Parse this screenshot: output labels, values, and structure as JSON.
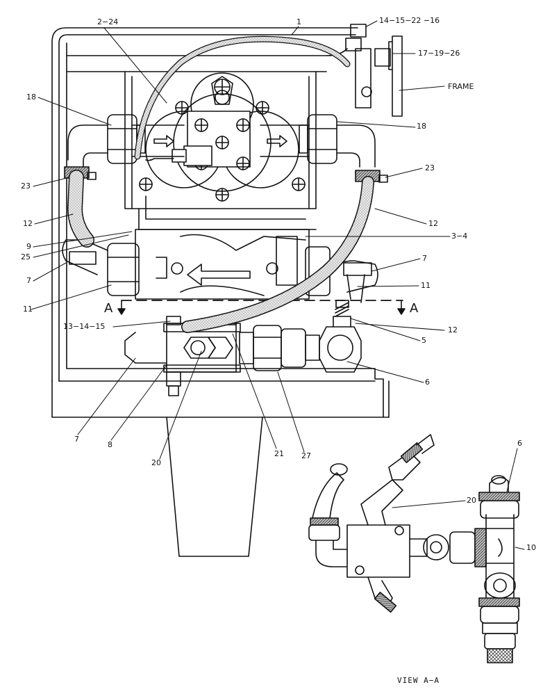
{
  "callouts": {
    "c_2_24": "2−24",
    "c_1": "1",
    "c_14_15_22_16": "14−15−22 −16",
    "c_17_19_26": "17−19−26",
    "c_frame": "FRAME",
    "c_18_left": "18",
    "c_18_right": "18",
    "c_23_left": "23",
    "c_23_right": "23",
    "c_12_left": "12",
    "c_12_right": "12",
    "c_9": "9",
    "c_25": "25",
    "c_3_4": "3−4",
    "c_7_left": "7",
    "c_7_right": "7",
    "c_11_left": "11",
    "c_11_right": "11",
    "c_13_14_15": "13−14−15",
    "c_12_lower": "12",
    "c_5": "5",
    "c_6": "6",
    "c_7_bottom": "7",
    "c_8": "8",
    "c_20": "20",
    "c_21": "21",
    "c_27": "27",
    "c_6_view": "6",
    "c_20_view": "20",
    "c_10_view": "10"
  },
  "section": {
    "left": "A",
    "right": "A"
  },
  "view_title": "VIEW  A−A"
}
